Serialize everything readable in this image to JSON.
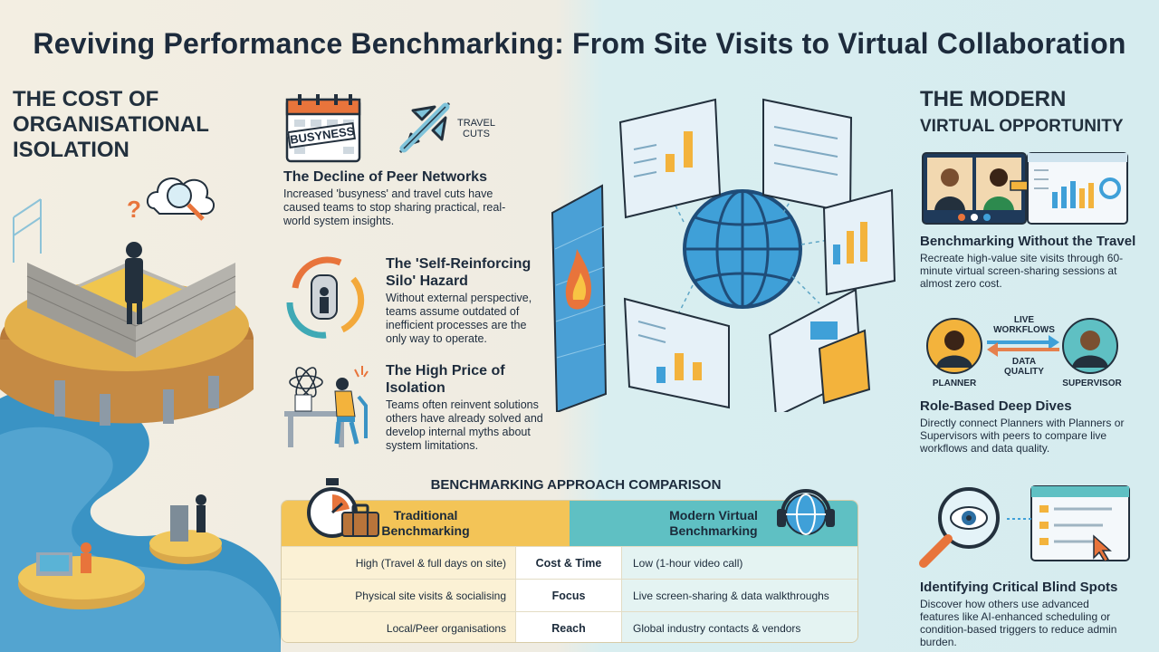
{
  "title": "Reviving Performance Benchmarking: From Site Visits to Virtual Collaboration",
  "left": {
    "heading": "The Cost of Organisational Isolation",
    "icon_labels": {
      "calendar": "BUSYNESS",
      "travel": "TRAVEL CUTS"
    },
    "blocks": [
      {
        "title": "The Decline of Peer Networks",
        "text": "Increased 'busyness' and travel cuts have caused teams to stop sharing practical, real-world system insights."
      },
      {
        "title": "The 'Self-Reinforcing Silo' Hazard",
        "text": "Without external perspective, teams assume outdated of inefficient processes are the only way to operate."
      },
      {
        "title": "The High Price of Isolation",
        "text": "Teams often reinvent solutions others have already solved and develop internal myths about system limitations."
      }
    ]
  },
  "right": {
    "heading": "The Modern",
    "subheading": "Virtual Opportunity",
    "blocks": [
      {
        "title": "Benchmarking Without the Travel",
        "text": "Recreate high-value site visits through 60-minute virtual screen-sharing sessions at almost zero cost."
      },
      {
        "title": "Role-Based Deep Dives",
        "text": "Directly connect Planners with Planners or Supervisors with peers to compare live workflows and data quality."
      },
      {
        "title": "Identifying Critical Blind Spots",
        "text": "Discover how others use advanced features like AI-enhanced scheduling or condition-based triggers to reduce admin burden."
      }
    ],
    "role_labels": {
      "planner": "Planner",
      "supervisor": "Supervisor",
      "live_workflows": "Live Workflows",
      "data_quality": "Data Quality"
    }
  },
  "comparison": {
    "title": "Benchmarking Approach Comparison",
    "traditional_header": "Traditional\nBenchmarking",
    "modern_header": "Modern Virtual\nBenchmarking",
    "rows": [
      {
        "traditional": "High (Travel & full days on site)",
        "criterion": "Cost & Time",
        "modern": "Low (1-hour video call)"
      },
      {
        "traditional": "Physical site visits & socialising",
        "criterion": "Focus",
        "modern": "Live screen-sharing & data walkthroughs"
      },
      {
        "traditional": "Local/Peer organisations",
        "criterion": "Reach",
        "modern": "Global industry contacts & vendors"
      }
    ]
  },
  "colors": {
    "traditional": "#f3c457",
    "modern": "#5fc0c3",
    "accent_orange": "#e8743b",
    "navy": "#1d2b3c"
  },
  "icons": [
    "calendar-icon",
    "airplane-icon",
    "cycle-icon",
    "atom-icon",
    "globe-icon",
    "magnifier-icon",
    "stopwatch-icon",
    "headset-icon",
    "video-call-icon",
    "dashboard-icon"
  ]
}
